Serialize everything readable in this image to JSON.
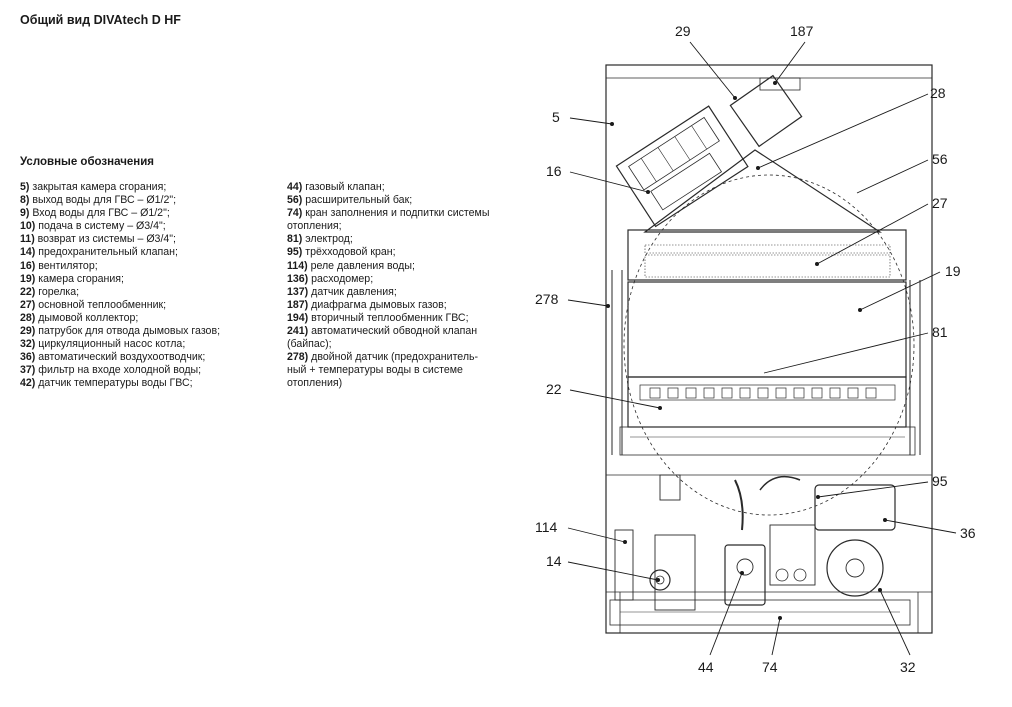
{
  "title": "Общий вид DIVAtech D HF",
  "legend": {
    "heading": "Условные обозначения",
    "column1": [
      {
        "num": "5)",
        "text": " закрытая камера сгорания;"
      },
      {
        "num": "8)",
        "text": " выход воды для ГВС – Ø1/2\";"
      },
      {
        "num": "9)",
        "text": " Вход воды для ГВС – Ø1/2\";"
      },
      {
        "num": "10)",
        "text": " подача в систему – Ø3/4\";"
      },
      {
        "num": "11)",
        "text": " возврат из системы – Ø3/4\";"
      },
      {
        "num": "14)",
        "text": " предохранительный клапан;"
      },
      {
        "num": "16)",
        "text": " вентилятор;"
      },
      {
        "num": "19)",
        "text": " камера сгорания;"
      },
      {
        "num": "22)",
        "text": " горелка;"
      },
      {
        "num": "27)",
        "text": " основной теплообменник;"
      },
      {
        "num": "28)",
        "text": " дымовой коллектор;"
      },
      {
        "num": "29)",
        "text": " патрубок для отвода дымовых газов;"
      },
      {
        "num": "32)",
        "text": " циркуляционный насос котла;"
      },
      {
        "num": "36)",
        "text": " автоматический воздухоотводчик;"
      },
      {
        "num": "37)",
        "text": " фильтр на входе холодной воды;"
      },
      {
        "num": "42)",
        "text": " датчик температуры воды ГВС;"
      }
    ],
    "column2": [
      {
        "num": "44)",
        "text": " газовый клапан;"
      },
      {
        "num": "56)",
        "text": " расширительный бак;"
      },
      {
        "num": "74)",
        "text": " кран заполнения и подпитки системы"
      },
      {
        "num": "",
        "text": "отопления;"
      },
      {
        "num": "81)",
        "text": " электрод;"
      },
      {
        "num": "95)",
        "text": " трёхходовой кран;"
      },
      {
        "num": "114)",
        "text": " реле давления воды;"
      },
      {
        "num": "136)",
        "text": " расходомер;"
      },
      {
        "num": "137)",
        "text": " датчик давления;"
      },
      {
        "num": "187)",
        "text": " диафрагма дымовых газов;"
      },
      {
        "num": "194)",
        "text": " вторичный теплообменник ГВС;"
      },
      {
        "num": "241)",
        "text": " автоматический обводной клапан"
      },
      {
        "num": "",
        "text": "(байпас);"
      },
      {
        "num": "278)",
        "text": " двойной датчик (предохранитель-"
      },
      {
        "num": "",
        "text": "ный + температуры воды в системе"
      },
      {
        "num": "",
        "text": "отопления)"
      }
    ]
  },
  "callouts": {
    "c29": "29",
    "c187": "187",
    "c28": "28",
    "c5": "5",
    "c56": "56",
    "c16": "16",
    "c27": "27",
    "c19": "19",
    "c278": "278",
    "c81": "81",
    "c22": "22",
    "c95": "95",
    "c114": "114",
    "c36": "36",
    "c14": "14",
    "c44": "44",
    "c74": "74",
    "c32": "32"
  }
}
